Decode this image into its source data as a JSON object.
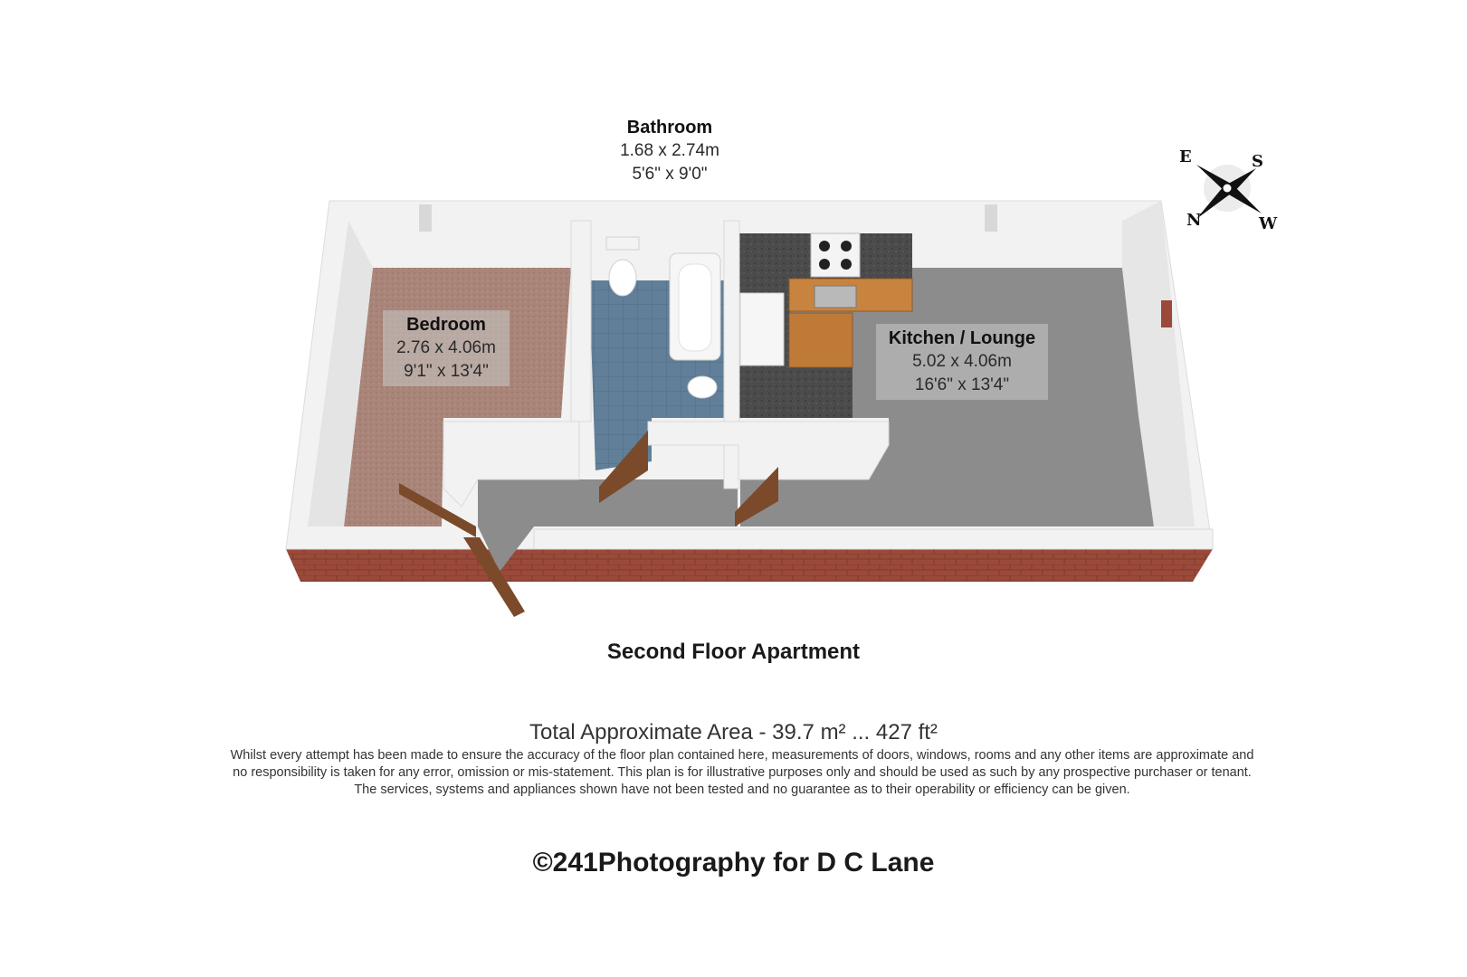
{
  "rooms": {
    "bathroom": {
      "name": "Bathroom",
      "metric": "1.68 x 2.74m",
      "imperial": "5'6\" x 9'0\""
    },
    "bedroom": {
      "name": "Bedroom",
      "metric": "2.76 x 4.06m",
      "imperial": "9'1\" x 13'4\""
    },
    "kitchen": {
      "name": "Kitchen / Lounge",
      "metric": "5.02 x 4.06m",
      "imperial": "16'6\" x 13'4\""
    }
  },
  "compass": {
    "e": "E",
    "s": "S",
    "n": "N",
    "w": "W"
  },
  "floor_title": "Second Floor Apartment",
  "total_area": "Total Approximate Area - 39.7 m² ... 427 ft²",
  "disclaimer": [
    "Whilst every attempt has been made to ensure the accuracy of the floor plan contained here, measurements of doors, windows, rooms and any other items are approximate and",
    "no responsibility is taken for any error, omission or mis-statement.  This plan is for illustrative purposes only and should be used as such by any prospective purchaser or tenant.",
    "The services, systems and appliances shown have not been tested and no guarantee as to their operability or efficiency can be given."
  ],
  "copyright": "©241Photography for D C Lane",
  "colors": {
    "brick": "#9b4a3a",
    "wall_top": "#f4f4f4",
    "carpet": "#a9847a",
    "tiles": "#5f7f9a",
    "floor_grey": "#8e8e8e",
    "worktop": "#4a4a4a",
    "cabinet": "#c8843e",
    "door": "#7a4a2a"
  }
}
